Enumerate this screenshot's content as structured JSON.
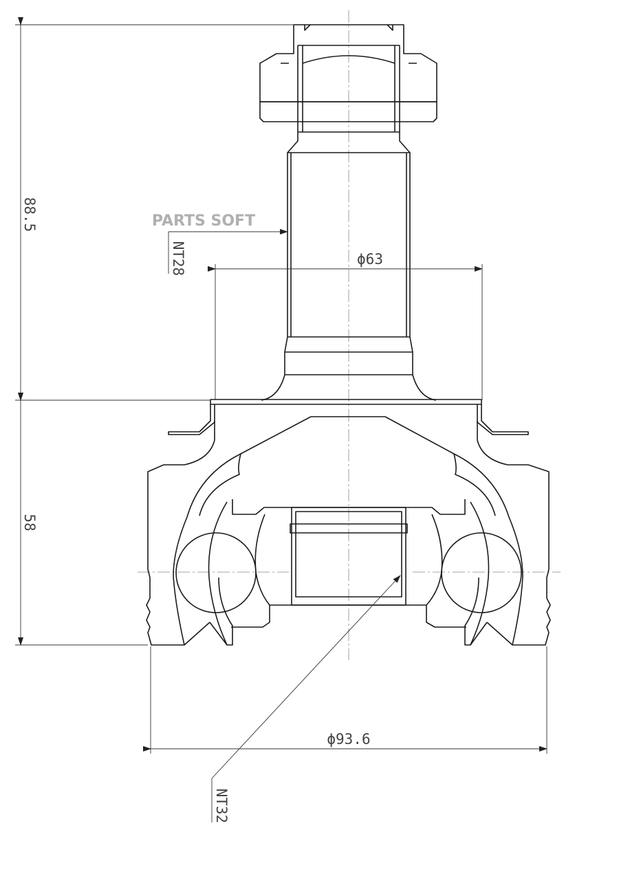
{
  "watermark": "PARTS SOFT",
  "dimensions": {
    "total_height": "88.5",
    "housing_height": "58",
    "seal_diameter": "ϕ63",
    "outer_diameter": "ϕ93.6"
  },
  "splines": {
    "outer": "NT28",
    "inner": "NT32"
  }
}
